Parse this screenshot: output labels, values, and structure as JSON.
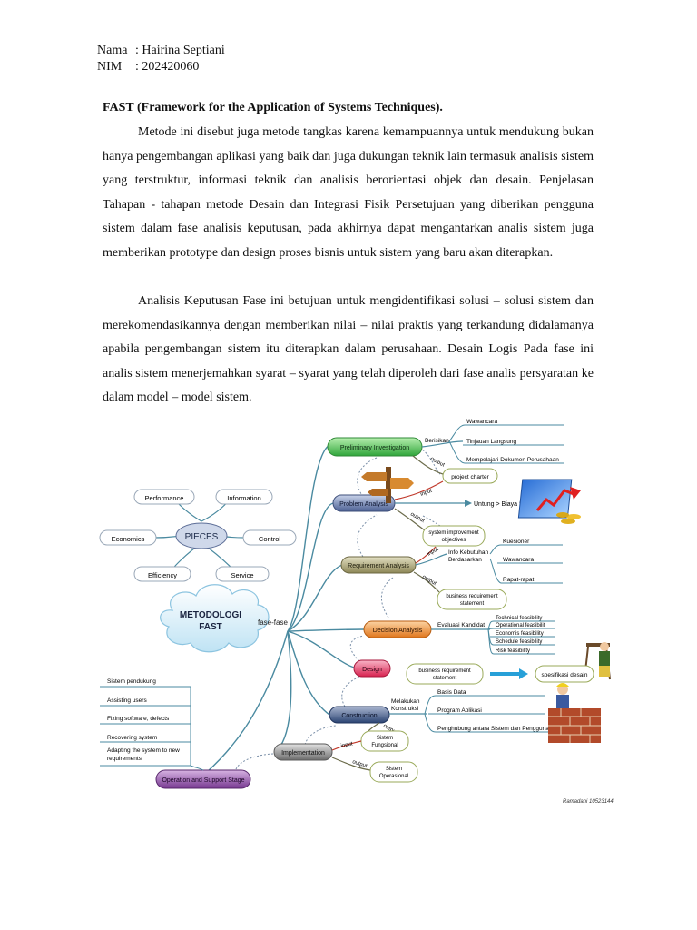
{
  "header": {
    "name_label": "Nama",
    "name_value": ": Hairina Septiani",
    "nim_label": "NIM",
    "nim_value": ": 202420060"
  },
  "doc": {
    "title": "FAST (Framework for the Application of Systems Techniques).",
    "para1": "Metode ini disebut juga metode tangkas karena kemampuannya untuk mendukung bukan hanya pengembangan aplikasi yang baik dan juga dukungan teknik lain termasuk analisis sistem yang terstruktur, informasi teknik dan analisis berorientasi objek dan desain. Penjelasan Tahapan - tahapan metode Desain dan Integrasi Fisik Persetujuan yang diberikan pengguna sistem dalam fase analisis keputusan, pada akhirnya dapat mengantarkan analis sistem juga memberikan prototype dan design proses bisnis untuk sistem yang baru akan diterapkan.",
    "para2": "Analisis Keputusan Fase ini betujuan untuk mengidentifikasi solusi – solusi sistem dan merekomendasikannya dengan memberikan nilai – nilai praktis yang terkandung didalamanya apabila pengembangan sistem itu diterapkan dalam perusahaan. Desain Logis Pada fase ini analis sistem menerjemahkan syarat – syarat yang telah diperoleh dari fase analis persyaratan ke dalam model – model sistem."
  },
  "mindmap": {
    "center_line1": "METODOLOGI",
    "center_line2": "FAST",
    "fase_label": "fase-fase",
    "pieces": {
      "label": "PIECES",
      "performance": "Performance",
      "information": "Information",
      "economics": "Economics",
      "control": "Control",
      "efficiency": "Efficiency",
      "service": "Service"
    },
    "stages": {
      "preliminary": "Preliminary Investigation",
      "problem": "Problem Analysis",
      "requirement": "Requirement Analysis",
      "decision": "Decision Analysis",
      "design": "Design",
      "construction": "Construction",
      "implementation": "Implementation",
      "operation": "Operation and Support Stage"
    },
    "preliminary": {
      "berisikan": "Berisikan",
      "item1": "Wawancara",
      "item2": "Tinjauan Langsung",
      "item3": "Mempelajari Dokumen Perusahaan",
      "output": "output",
      "charter": "project charter",
      "input": "input"
    },
    "problem": {
      "untung": "Untung > Biaya ?",
      "output": "output",
      "objectives1": "system improvement",
      "objectives2": "objectives",
      "input": "input"
    },
    "requirement": {
      "info1": "Info Kebutuhan",
      "info2": "Berdasarkan",
      "item1": "Kuesioner",
      "item2": "Wawancara",
      "item3": "Rapat-rapat",
      "output": "output",
      "brs1": "business requirement",
      "brs2": "statement"
    },
    "decision": {
      "evaluasi": "Evaluasi Kandidat",
      "f1": "Technical feasibility",
      "f2": "Operational feasibilit",
      "f3": "Economis feasibility",
      "f4": "Schedule feasibility",
      "f5": "Risk feasibility"
    },
    "design": {
      "brs1": "business requirement",
      "brs2": "statement",
      "spec": "spesifikasi desain"
    },
    "construction": {
      "melakukan1": "Melakukan",
      "melakukan2": "Konstruksi",
      "item1": "Basis Data",
      "item2": "Program Aplikasi",
      "item3": "Penghubung antara Sistem dan Pengguna",
      "output": "output",
      "sf1": "Sistem",
      "sf2": "Fungsional"
    },
    "implementation": {
      "input": "input",
      "output": "output",
      "so1": "Sistem",
      "so2": "Operasional"
    },
    "operation": {
      "item1": "Sistem pendukung",
      "item2": "Assisting users",
      "item3": "Fixing software, defects",
      "item4": "Recovering system",
      "item5a": "Adapting the system to new",
      "item5b": "requirements"
    },
    "credit": "Ramadani 10523144"
  },
  "colors": {
    "branch": "#4a8aa0",
    "preliminary": "#43b54a",
    "problem": "#5a6c98",
    "requirement": "#9a9466",
    "decision": "#e98a2e",
    "design": "#e03a63",
    "construction": "#35507e",
    "implementation": "#7a7a7a",
    "operation": "#7f3f95"
  }
}
